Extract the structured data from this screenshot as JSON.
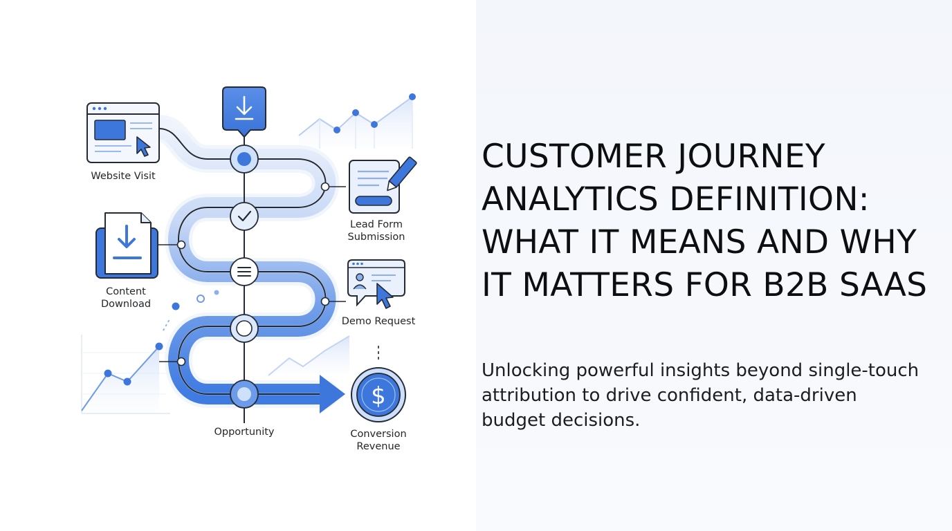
{
  "headline": {
    "title": "CUSTOMER JOURNEY ANALYTICS DEFINITION: WHAT IT MEANS AND WHY IT MATTERS FOR B2B SAAS",
    "subtitle": "Unlocking powerful insights beyond single-touch attribution to drive confident, data-driven budget decisions."
  },
  "journey": {
    "stages": {
      "website_visit": "Website Visit",
      "lead_form_line1": "Lead Form",
      "lead_form_line2": "Submission",
      "content_line1": "Content",
      "content_line2": "Download",
      "demo_request": "Demo Request",
      "opportunity": "Opportunity",
      "conversion_line1": "Conversion",
      "conversion_line2": "Revenue"
    },
    "icons": [
      "browser-window-icon",
      "download-arrow-icon",
      "form-pencil-icon",
      "document-download-icon",
      "demo-cursor-icon",
      "dollar-coin-icon",
      "checkmark-icon",
      "list-lines-icon"
    ]
  },
  "colors": {
    "accent": "#3d77dc",
    "accent_light": "#d3e2fa",
    "path_dark": "#3f7be1",
    "path_light": "#dde8fb",
    "text": "#23262b",
    "title": "#0d0e10"
  }
}
